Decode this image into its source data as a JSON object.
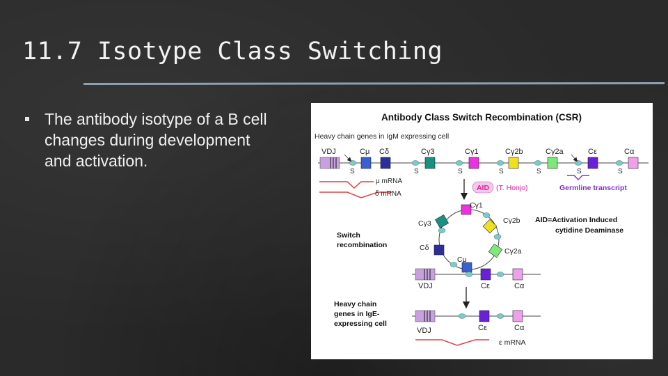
{
  "slide": {
    "title": "11.7 Isotype Class Switching",
    "bullet": "The antibody isotype of a B cell changes during development and activation."
  },
  "figure": {
    "title": "Antibody Class Switch Recombination (CSR)",
    "section1_label": "Heavy chain genes in IgM expressing cell",
    "top_genes": [
      "VDJ",
      "Cμ",
      "Cδ",
      "Cγ3",
      "Cγ1",
      "Cγ2b",
      "Cγ2a",
      "Cε",
      "Cα"
    ],
    "switch_label": "S",
    "mu_mrna": "μ mRNA",
    "delta_mrna": "δ mRNA",
    "aid_badge": "AID",
    "aid_author": "(T. Honjo)",
    "germline_label": "Germline transcript",
    "aid_def_line1": "AID=Activation Induced",
    "aid_def_line2": "cytidine Deaminase",
    "switch_rec_line1": "Switch",
    "switch_rec_line2": "recombination",
    "circle_genes": [
      "Cγ1",
      "Cγ2b",
      "Cγ2a",
      "Cμ",
      "Cδ",
      "Cγ3"
    ],
    "mid_genes": [
      "VDJ",
      "Cε",
      "Cα"
    ],
    "section3_line1": "Heavy chain",
    "section3_line2": "genes in IgE-",
    "section3_line3": "expressing cell",
    "bottom_genes": [
      "VDJ",
      "Cε",
      "Cα"
    ],
    "epsilon_mrna": "ε mRNA",
    "colors": {
      "vdj": "#c8a0e0",
      "c_mu": "#3a5fd0",
      "c_delta": "#2b2f9c",
      "c_gamma3": "#1a9080",
      "c_gamma1": "#ee30e0",
      "c_gamma2b": "#f0e020",
      "c_gamma2a": "#7ee878",
      "c_epsilon": "#6a20d8",
      "c_alpha": "#f0a0e8",
      "switch_region": "#7fc8c8",
      "mrna": "#e04040",
      "aid": "#e020a0",
      "germline": "#8030c8"
    }
  }
}
